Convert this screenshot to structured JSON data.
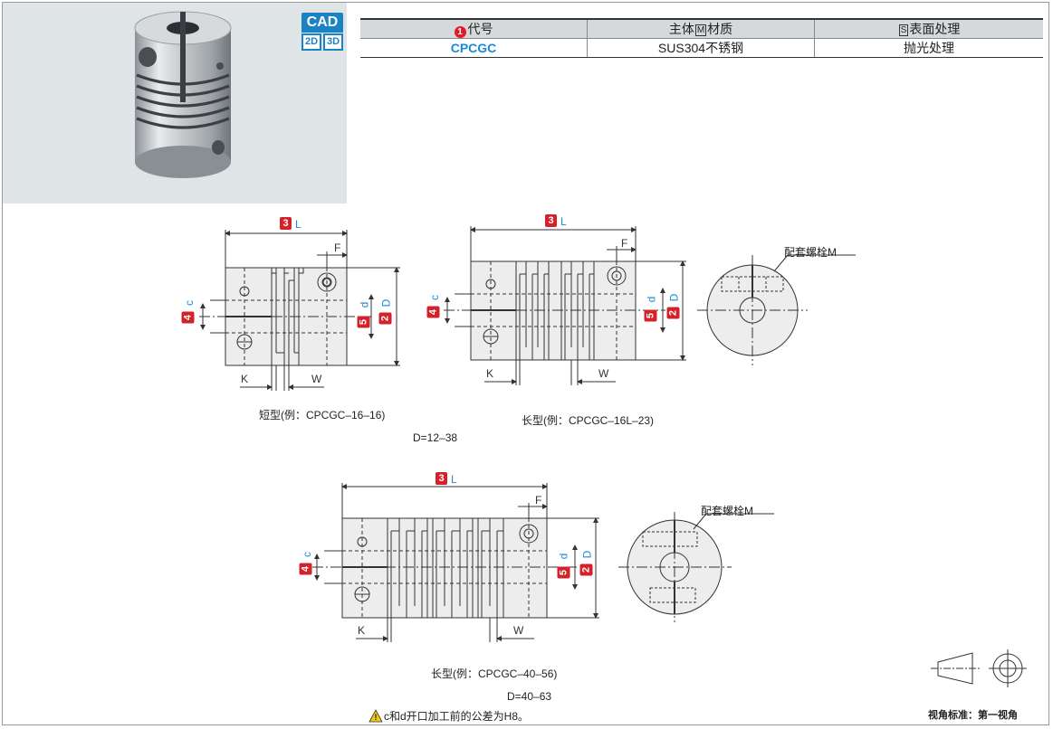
{
  "cad": {
    "top": "CAD",
    "d2": "2D",
    "d3": "3D"
  },
  "spec_table": {
    "headers": {
      "code_num": "1",
      "code": "代号",
      "material_pre": "主体",
      "material_box": "M",
      "material_post": "材质",
      "surface_box": "S",
      "surface": "表面处理"
    },
    "row": {
      "code": "CPCGC",
      "material": "SUS304不锈钢",
      "surface": "抛光处理"
    }
  },
  "dims": {
    "L": "L",
    "F": "F",
    "c": "c",
    "d": "d",
    "D": "D",
    "K": "K",
    "W": "W",
    "n2": "2",
    "n3": "3",
    "n4": "4",
    "n5": "5",
    "bolt": "配套螺栓M"
  },
  "captions": {
    "short": "短型(例：CPCGC–16–16)",
    "long1": "长型(例：CPCGC–16L–23)",
    "range1": "D=12–38",
    "long2": "长型(例：CPCGC–40–56)",
    "range2": "D=40–63"
  },
  "note": "c和d开口加工前的公差为H8。",
  "projection_label": "视角标准：第一视角"
}
